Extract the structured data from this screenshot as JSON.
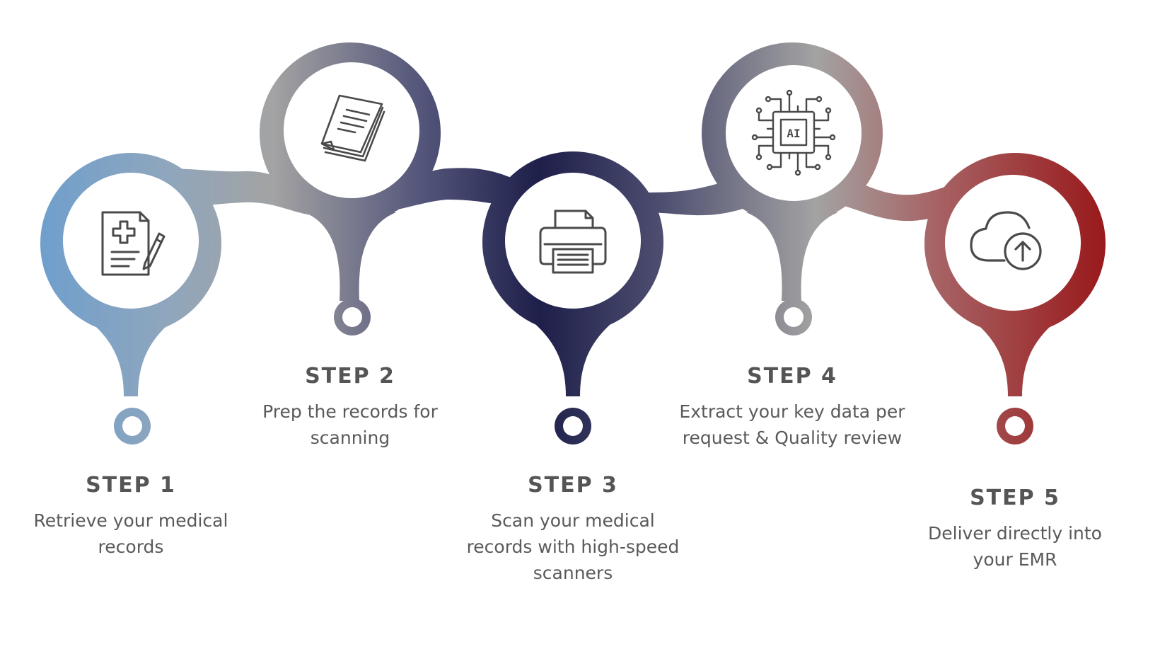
{
  "colors": {
    "step1": "#6f9fcd",
    "step2": "#a3a3a3",
    "step3": "#1e1f4a",
    "step4": "#a3a3a3",
    "step5": "#991a1c",
    "text": "#555555",
    "icon_stroke": "#4a4a4a"
  },
  "steps": [
    {
      "label": "STEP 1",
      "lines": [
        "Retrieve your medical",
        "records"
      ],
      "icon": "medical-record-icon"
    },
    {
      "label": "STEP 2",
      "lines": [
        "Prep the records for",
        "scanning"
      ],
      "icon": "document-stack-icon"
    },
    {
      "label": "STEP 3",
      "lines": [
        "Scan your medical",
        "records with high-speed",
        "scanners"
      ],
      "icon": "printer-scanner-icon"
    },
    {
      "label": "STEP 4",
      "lines": [
        "Extract your key data per",
        "request & Quality review"
      ],
      "icon": "ai-chip-icon",
      "icon_text": "AI"
    },
    {
      "label": "STEP 5",
      "lines": [
        "Deliver directly into",
        "your EMR"
      ],
      "icon": "cloud-upload-icon"
    }
  ]
}
